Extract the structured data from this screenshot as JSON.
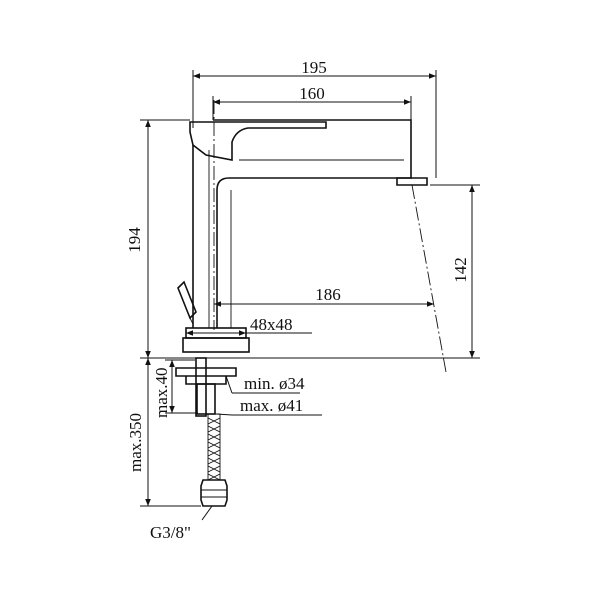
{
  "drawing": {
    "dimensions": {
      "overall_length": "195",
      "spout_length": "160",
      "total_height": "194",
      "spout_height": "142",
      "base_to_spout": "186",
      "base_size": "48x48",
      "hole_min": "min. ø34",
      "hole_max": "max. ø41",
      "deck_thickness": "max.40",
      "hose_length": "max.350",
      "connection": "G3/8\""
    }
  }
}
